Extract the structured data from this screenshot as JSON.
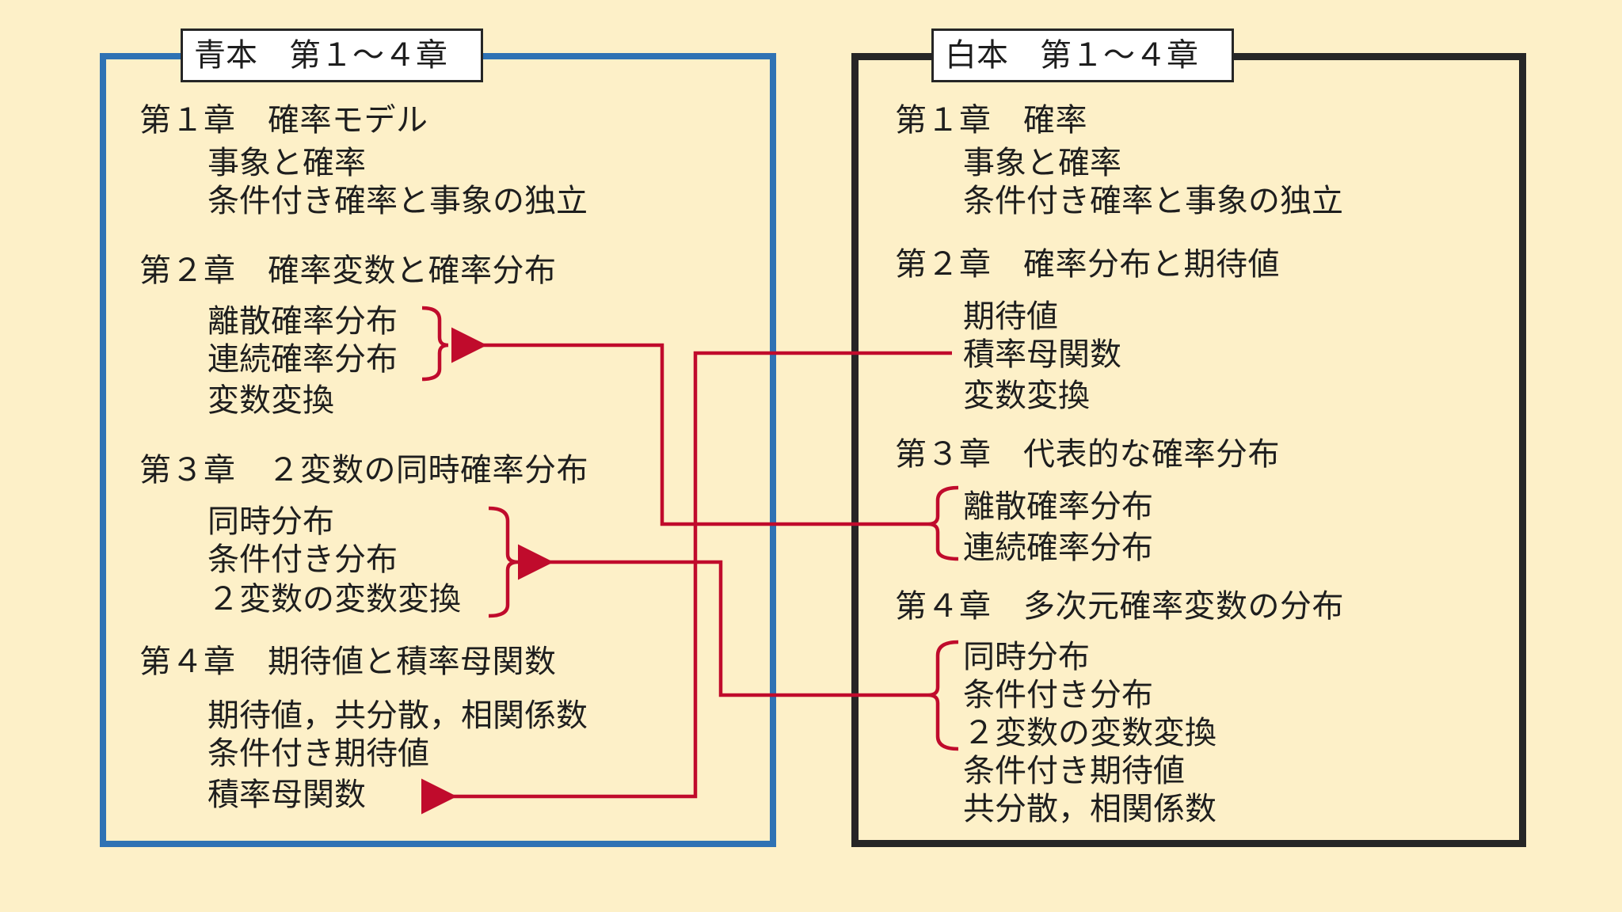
{
  "colors": {
    "background": "#fdf0c8",
    "blue_border": "#2f72b4",
    "black_border": "#262626",
    "connector": "#c00b2c"
  },
  "left_panel": {
    "title": "青本　第１～４章",
    "chapters": [
      {
        "heading": "第１章　確率モデル",
        "items": [
          "事象と確率",
          "条件付き確率と事象の独立"
        ]
      },
      {
        "heading": "第２章　確率変数と確率分布",
        "items": [
          "離散確率分布",
          "連続確率分布",
          "変数変換"
        ]
      },
      {
        "heading": "第３章　２変数の同時確率分布",
        "items": [
          "同時分布",
          "条件付き分布",
          "２変数の変数変換"
        ]
      },
      {
        "heading": "第４章　期待値と積率母関数",
        "items": [
          "期待値，共分散，相関係数",
          "条件付き期待値",
          "積率母関数"
        ]
      }
    ]
  },
  "right_panel": {
    "title": "白本　第１～４章",
    "chapters": [
      {
        "heading": "第１章　確率",
        "items": [
          "事象と確率",
          "条件付き確率と事象の独立"
        ]
      },
      {
        "heading": "第２章　確率分布と期待値",
        "items": [
          "期待値",
          "積率母関数",
          "変数変換"
        ]
      },
      {
        "heading": "第３章　代表的な確率分布",
        "items": [
          "離散確率分布",
          "連続確率分布"
        ]
      },
      {
        "heading": "第４章　多次元確率変数の分布",
        "items": [
          "同時分布",
          "条件付き分布",
          "２変数の変数変換",
          "条件付き期待値",
          "共分散，相関係数"
        ]
      }
    ]
  }
}
